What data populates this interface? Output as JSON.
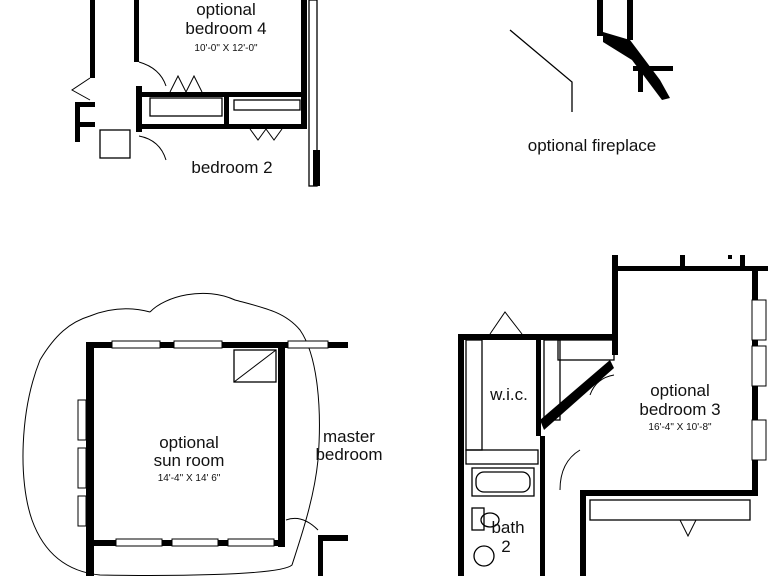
{
  "colors": {
    "background": "#ffffff",
    "ink": "#000000"
  },
  "labels": {
    "bedroom4": {
      "line1": "optional",
      "line2": "bedroom 4",
      "dim": "10'-0\" X 12'-0\""
    },
    "bedroom2": "bedroom 2",
    "fireplace": "optional fireplace",
    "sunroom": {
      "line1": "optional",
      "line2": "sun room",
      "dim": "14'-4\" X 14' 6\""
    },
    "master": {
      "line1": "master",
      "line2": "bedroom"
    },
    "wic": "w.i.c.",
    "bedroom3": {
      "line1": "optional",
      "line2": "bedroom 3",
      "dim": "16'-4\" X 10'-8\""
    },
    "bath2": {
      "line1": "bath",
      "line2": "2"
    }
  }
}
